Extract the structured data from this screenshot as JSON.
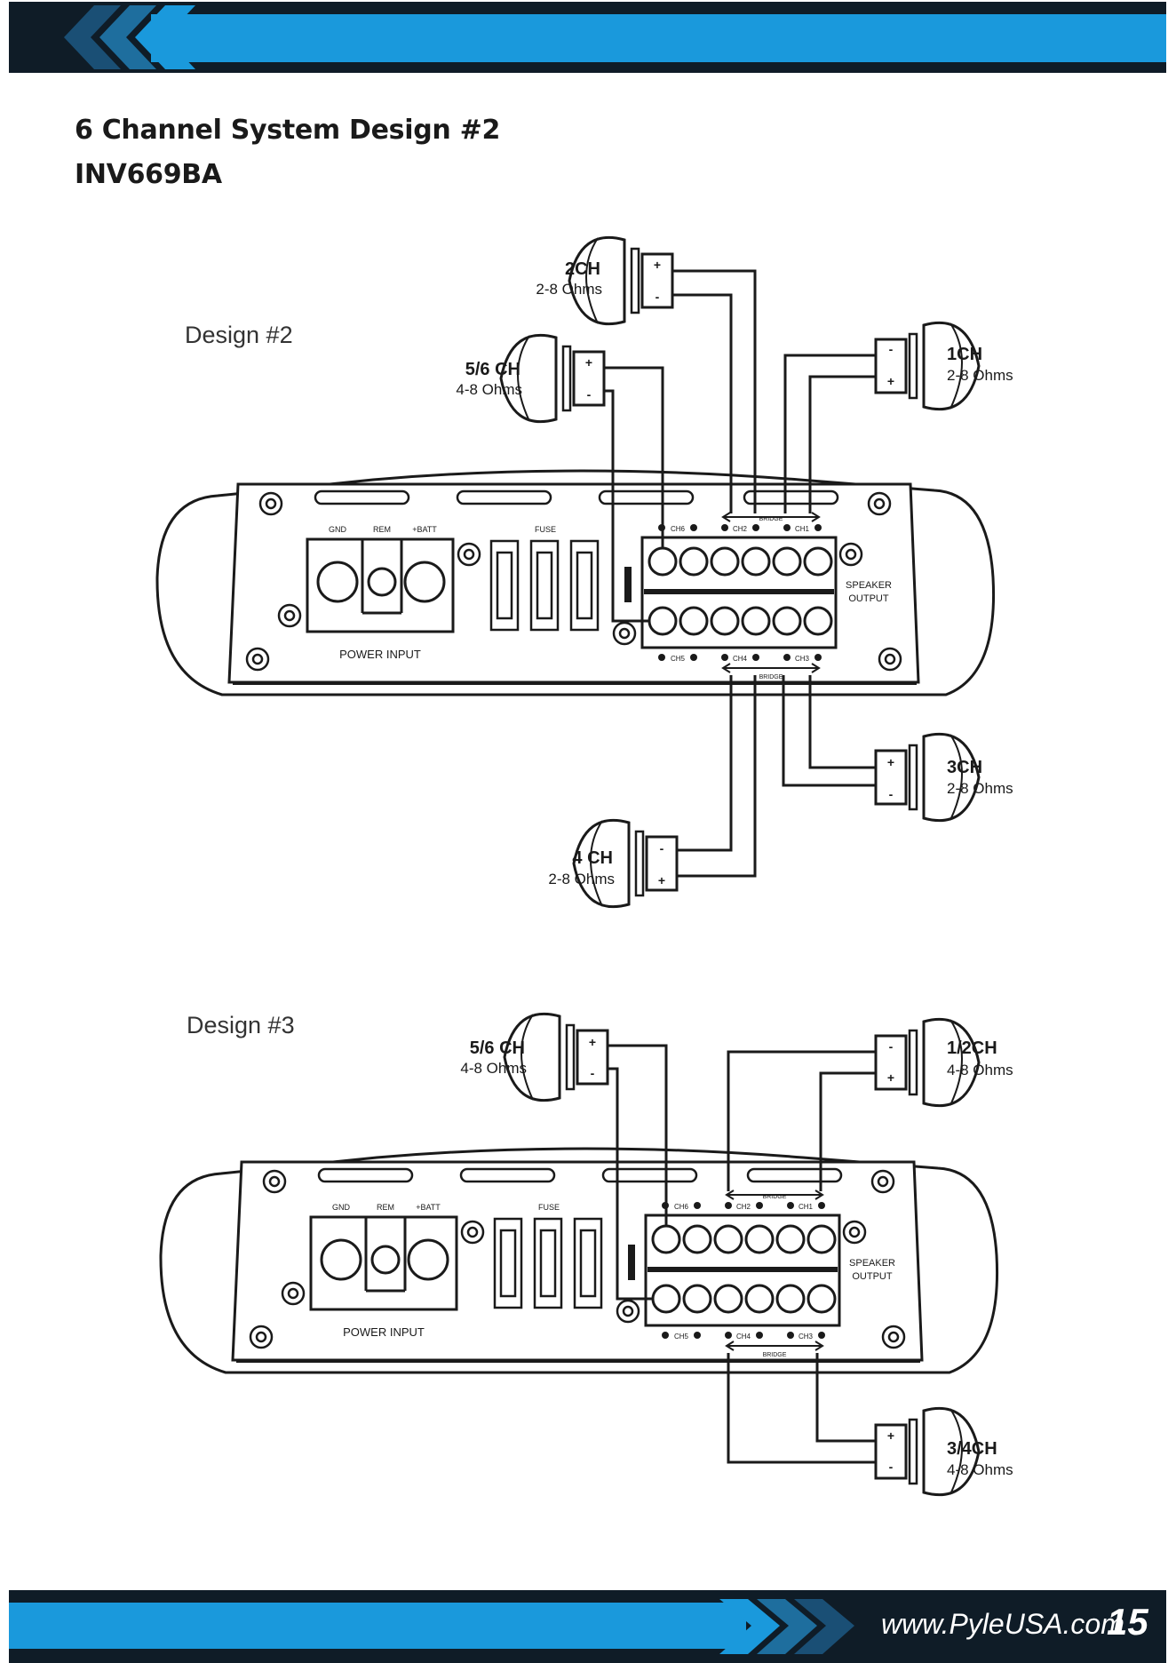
{
  "header": {
    "colors": {
      "dark": "#0f1c27",
      "blue": "#1a99dc"
    },
    "icon": "chevron-arrows-icon"
  },
  "page_title": {
    "line1": "6 Channel System Design #2",
    "line2": "INV669BA"
  },
  "design2": {
    "label": "Design #2",
    "amp": {
      "power_terminals": [
        "GND",
        "REM",
        "+BATT"
      ],
      "power_label": "POWER INPUT",
      "fuse_label": "FUSE",
      "output_label_1": "SPEAKER",
      "output_label_2": "OUTPUT",
      "top_channel_labels": [
        "CH6",
        "CH2",
        "CH1"
      ],
      "bottom_channel_labels": [
        "CH5",
        "CH4",
        "CH3"
      ],
      "bridge_label": "BRIDGE"
    },
    "speakers": [
      {
        "name": "2CH",
        "impedance": "2-8 Ohms"
      },
      {
        "name": "5/6 CH",
        "impedance": "4-8 Ohms"
      },
      {
        "name": "1CH",
        "impedance": "2-8 Ohms"
      },
      {
        "name": "3CH",
        "impedance": "2-8 Ohms"
      },
      {
        "name": "4 CH",
        "impedance": "2-8 Ohms"
      }
    ]
  },
  "design3": {
    "label": "Design #3",
    "amp": {
      "power_terminals": [
        "GND",
        "REM",
        "+BATT"
      ],
      "power_label": "POWER INPUT",
      "fuse_label": "FUSE",
      "output_label_1": "SPEAKER",
      "output_label_2": "OUTPUT",
      "top_channel_labels": [
        "CH6",
        "CH2",
        "CH1"
      ],
      "bottom_channel_labels": [
        "CH5",
        "CH4",
        "CH3"
      ],
      "bridge_label": "BRIDGE"
    },
    "speakers": [
      {
        "name": "5/6 CH",
        "impedance": "4-8 Ohms"
      },
      {
        "name": "1/2CH",
        "impedance": "4-8 Ohms"
      },
      {
        "name": "3/4CH",
        "impedance": "4-8 Ohms"
      }
    ]
  },
  "footer": {
    "url": "www.PyleUSA.com",
    "page_number": "15",
    "icon": "chevron-arrows-icon"
  }
}
